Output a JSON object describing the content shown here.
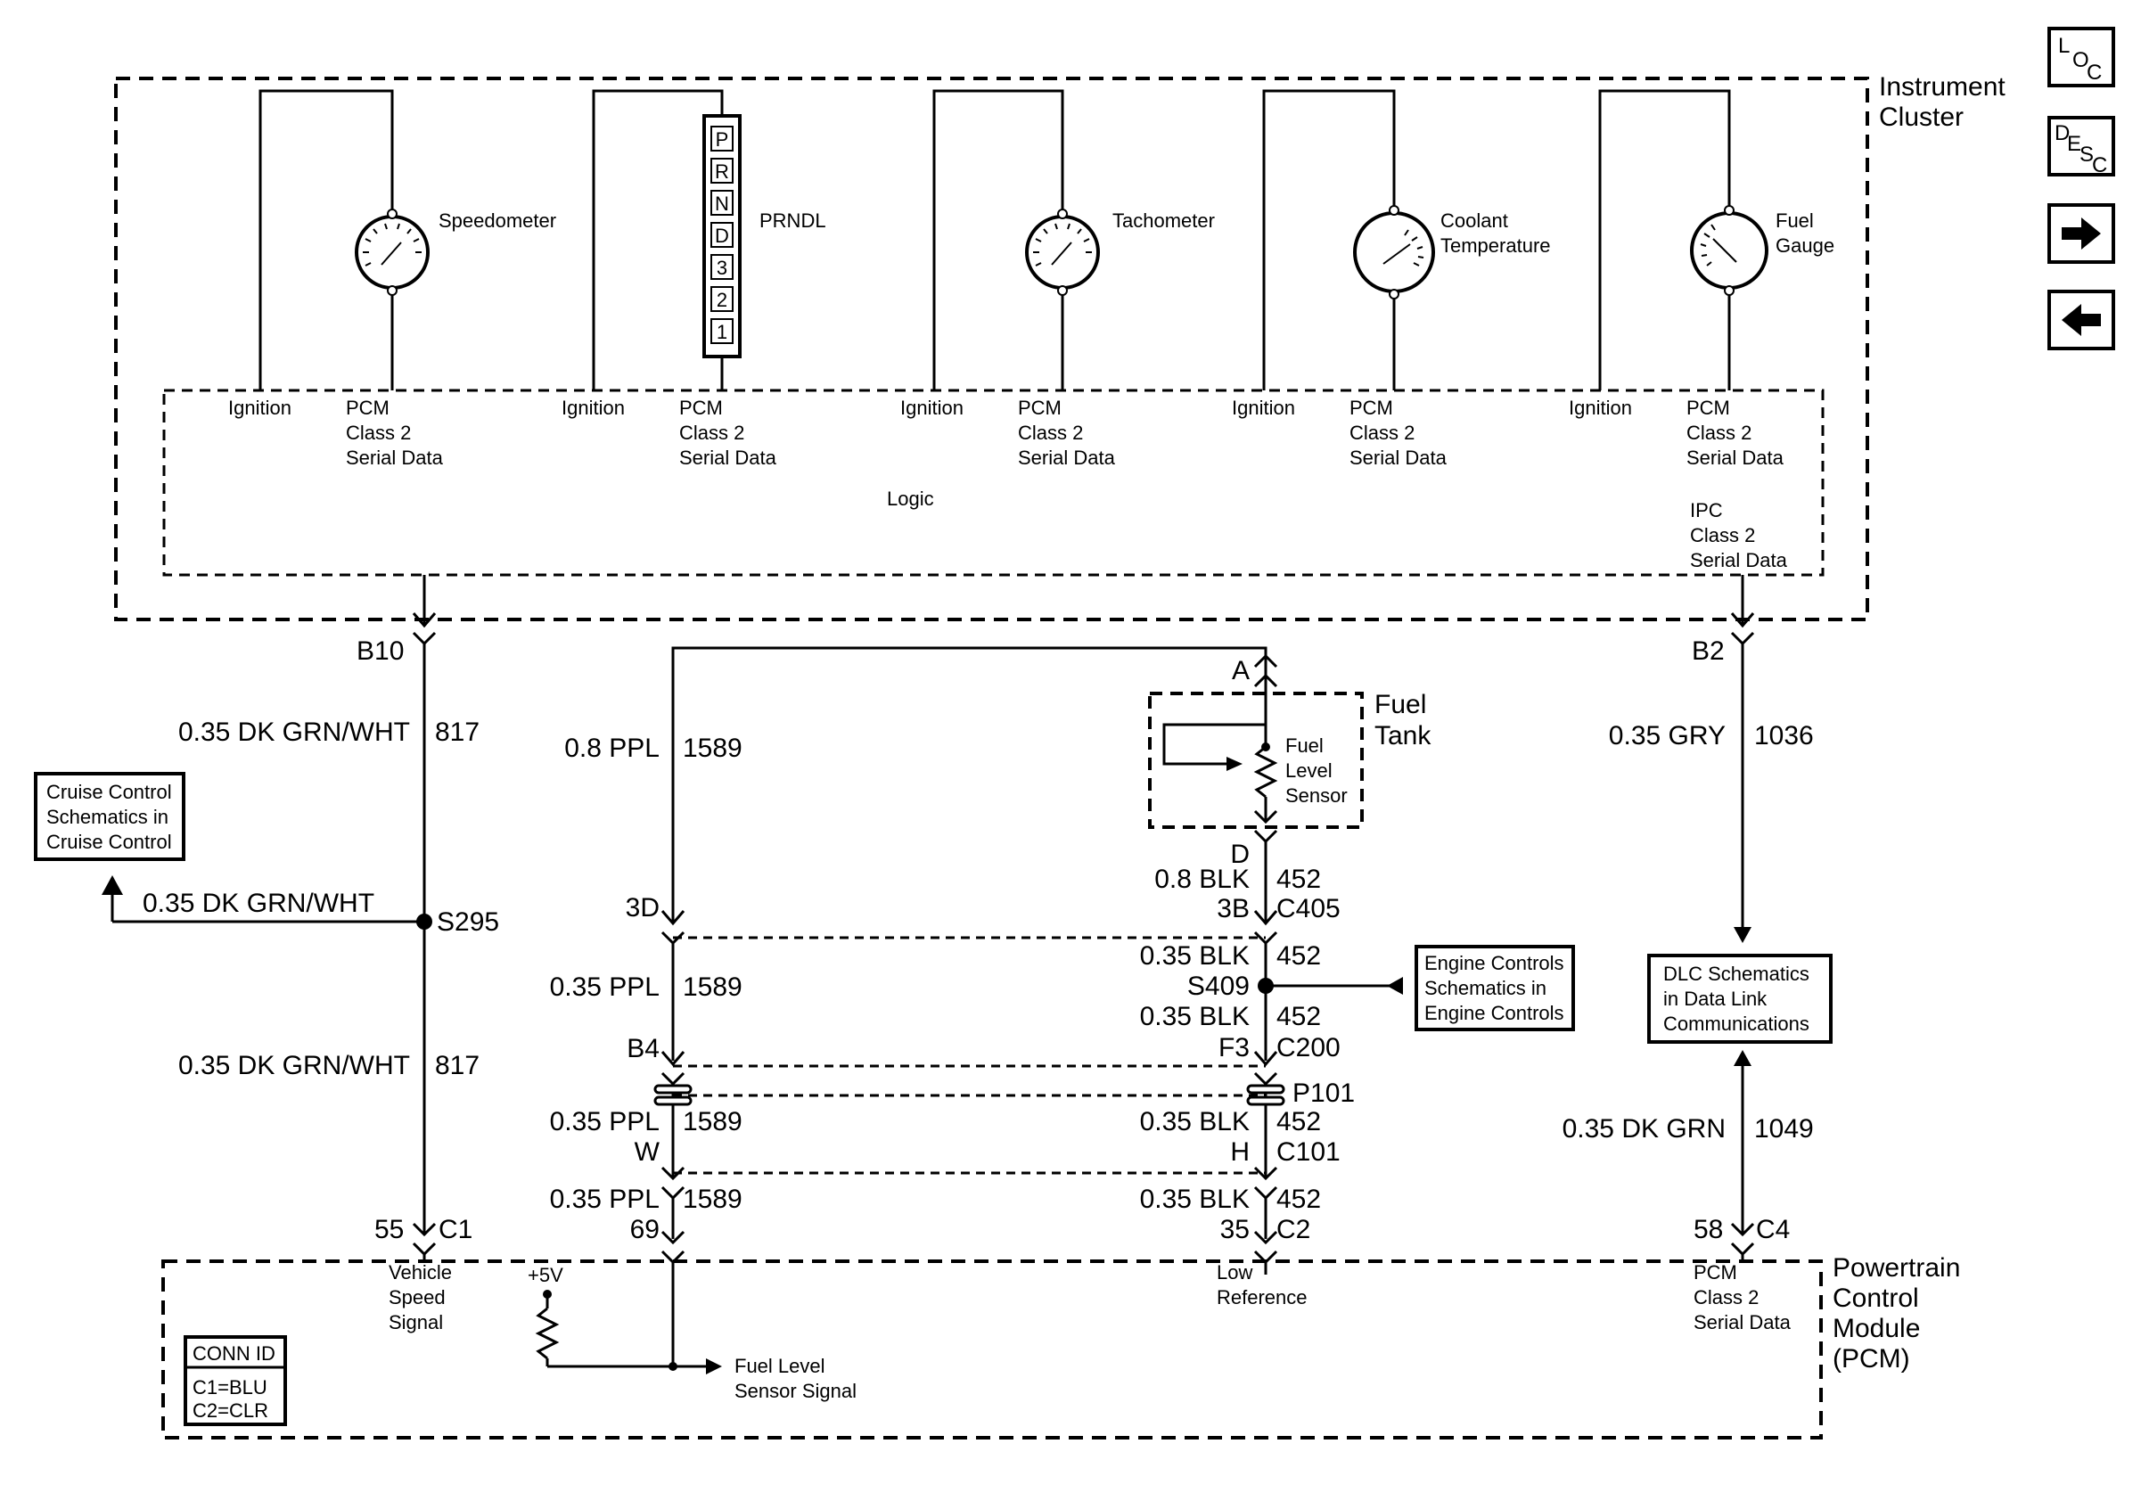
{
  "modules": {
    "instrument_cluster": [
      "Instrument",
      "Cluster"
    ],
    "pcm_module": [
      "Powertrain",
      "Control",
      "Module",
      "(PCM)"
    ],
    "fuel_tank": [
      "Fuel",
      "Tank"
    ],
    "logic": "Logic"
  },
  "gauges": [
    {
      "name": [
        "Speedometer"
      ]
    },
    {
      "name": [
        "PRNDL"
      ]
    },
    {
      "name": [
        "Tachometer"
      ]
    },
    {
      "name": [
        "Coolant",
        "Temperature"
      ]
    },
    {
      "name": [
        "Fuel",
        "Gauge"
      ]
    }
  ],
  "prndl_positions": [
    "P",
    "R",
    "N",
    "D",
    "3",
    "2",
    "1"
  ],
  "gauge_inputs": {
    "ignition": "Ignition",
    "pcm_data": [
      "PCM",
      "Class 2",
      "Serial Data"
    ],
    "ipc_data": [
      "IPC",
      "Class 2",
      "Serial Data"
    ]
  },
  "circuit_817": {
    "pin_top": "B10",
    "wire_upper": "0.35 DK GRN/WHT",
    "circuit_upper": "817",
    "splice": "S295",
    "branch_wire": "0.35 DK GRN/WHT",
    "wire_lower": "0.35 DK GRN/WHT",
    "circuit_lower": "817",
    "pin_bottom": "55",
    "connector_bottom": "C1",
    "pcm_label": [
      "Vehicle",
      "Speed",
      "Signal"
    ]
  },
  "cruise_ref": [
    "Cruise Control",
    "Schematics in",
    "Cruise Control"
  ],
  "circuit_1589": {
    "wire_top": "0.8 PPL",
    "circuit_top": "1589",
    "pin_3d": "3D",
    "wire_mid": "0.35 PPL",
    "circuit_mid": "1589",
    "pin_b4": "B4",
    "wire_c101": "0.35 PPL",
    "circuit_c101": "1589",
    "pin_w": "W",
    "wire_c2": "0.35 PPL",
    "circuit_c2": "1589",
    "pin_69": "69"
  },
  "fuel_sensor": {
    "label": [
      "Fuel",
      "Level",
      "Sensor"
    ],
    "pin_a": "A",
    "pin_d": "D"
  },
  "circuit_452": {
    "wire_1": "0.8 BLK",
    "circuit_1": "452",
    "pin_3b": "3B",
    "connector_c405": "C405",
    "wire_2": "0.35 BLK",
    "circuit_2": "452",
    "splice": "S409",
    "wire_3": "0.35 BLK",
    "circuit_3": "452",
    "pin_f3": "F3",
    "connector_c200": "C200",
    "connector_p101": "P101",
    "wire_4": "0.35 BLK",
    "circuit_4": "452",
    "pin_h": "H",
    "connector_c101": "C101",
    "wire_5": "0.35 BLK",
    "circuit_5": "452",
    "pin_35": "35",
    "connector_c2": "C2",
    "pcm_label": [
      "Low",
      "Reference"
    ]
  },
  "engine_ref": [
    "Engine Controls",
    "Schematics in",
    "Engine Controls"
  ],
  "circuit_1036": {
    "pin_b2": "B2",
    "wire": "0.35 GRY",
    "circuit": "1036"
  },
  "dlc_ref": [
    "DLC Schematics",
    "in Data Link",
    "Communications"
  ],
  "circuit_1049": {
    "wire": "0.35 DK GRN",
    "circuit": "1049",
    "pin": "58",
    "connector": "C4",
    "pcm_label": [
      "PCM",
      "Class 2",
      "Serial Data"
    ]
  },
  "pcm_internal": {
    "supply": "+5V",
    "signal": [
      "Fuel Level",
      "Sensor Signal"
    ]
  },
  "conn_id": {
    "title": "CONN ID",
    "lines": [
      "C1=BLU",
      "C2=CLR"
    ]
  },
  "nav": {
    "loc": [
      "L",
      "O",
      "C"
    ],
    "desc": [
      "D",
      "E",
      "S",
      "C"
    ],
    "next": "next",
    "prev": "previous"
  },
  "icons": {
    "next": "arrow-right-icon",
    "prev": "arrow-left-icon"
  }
}
